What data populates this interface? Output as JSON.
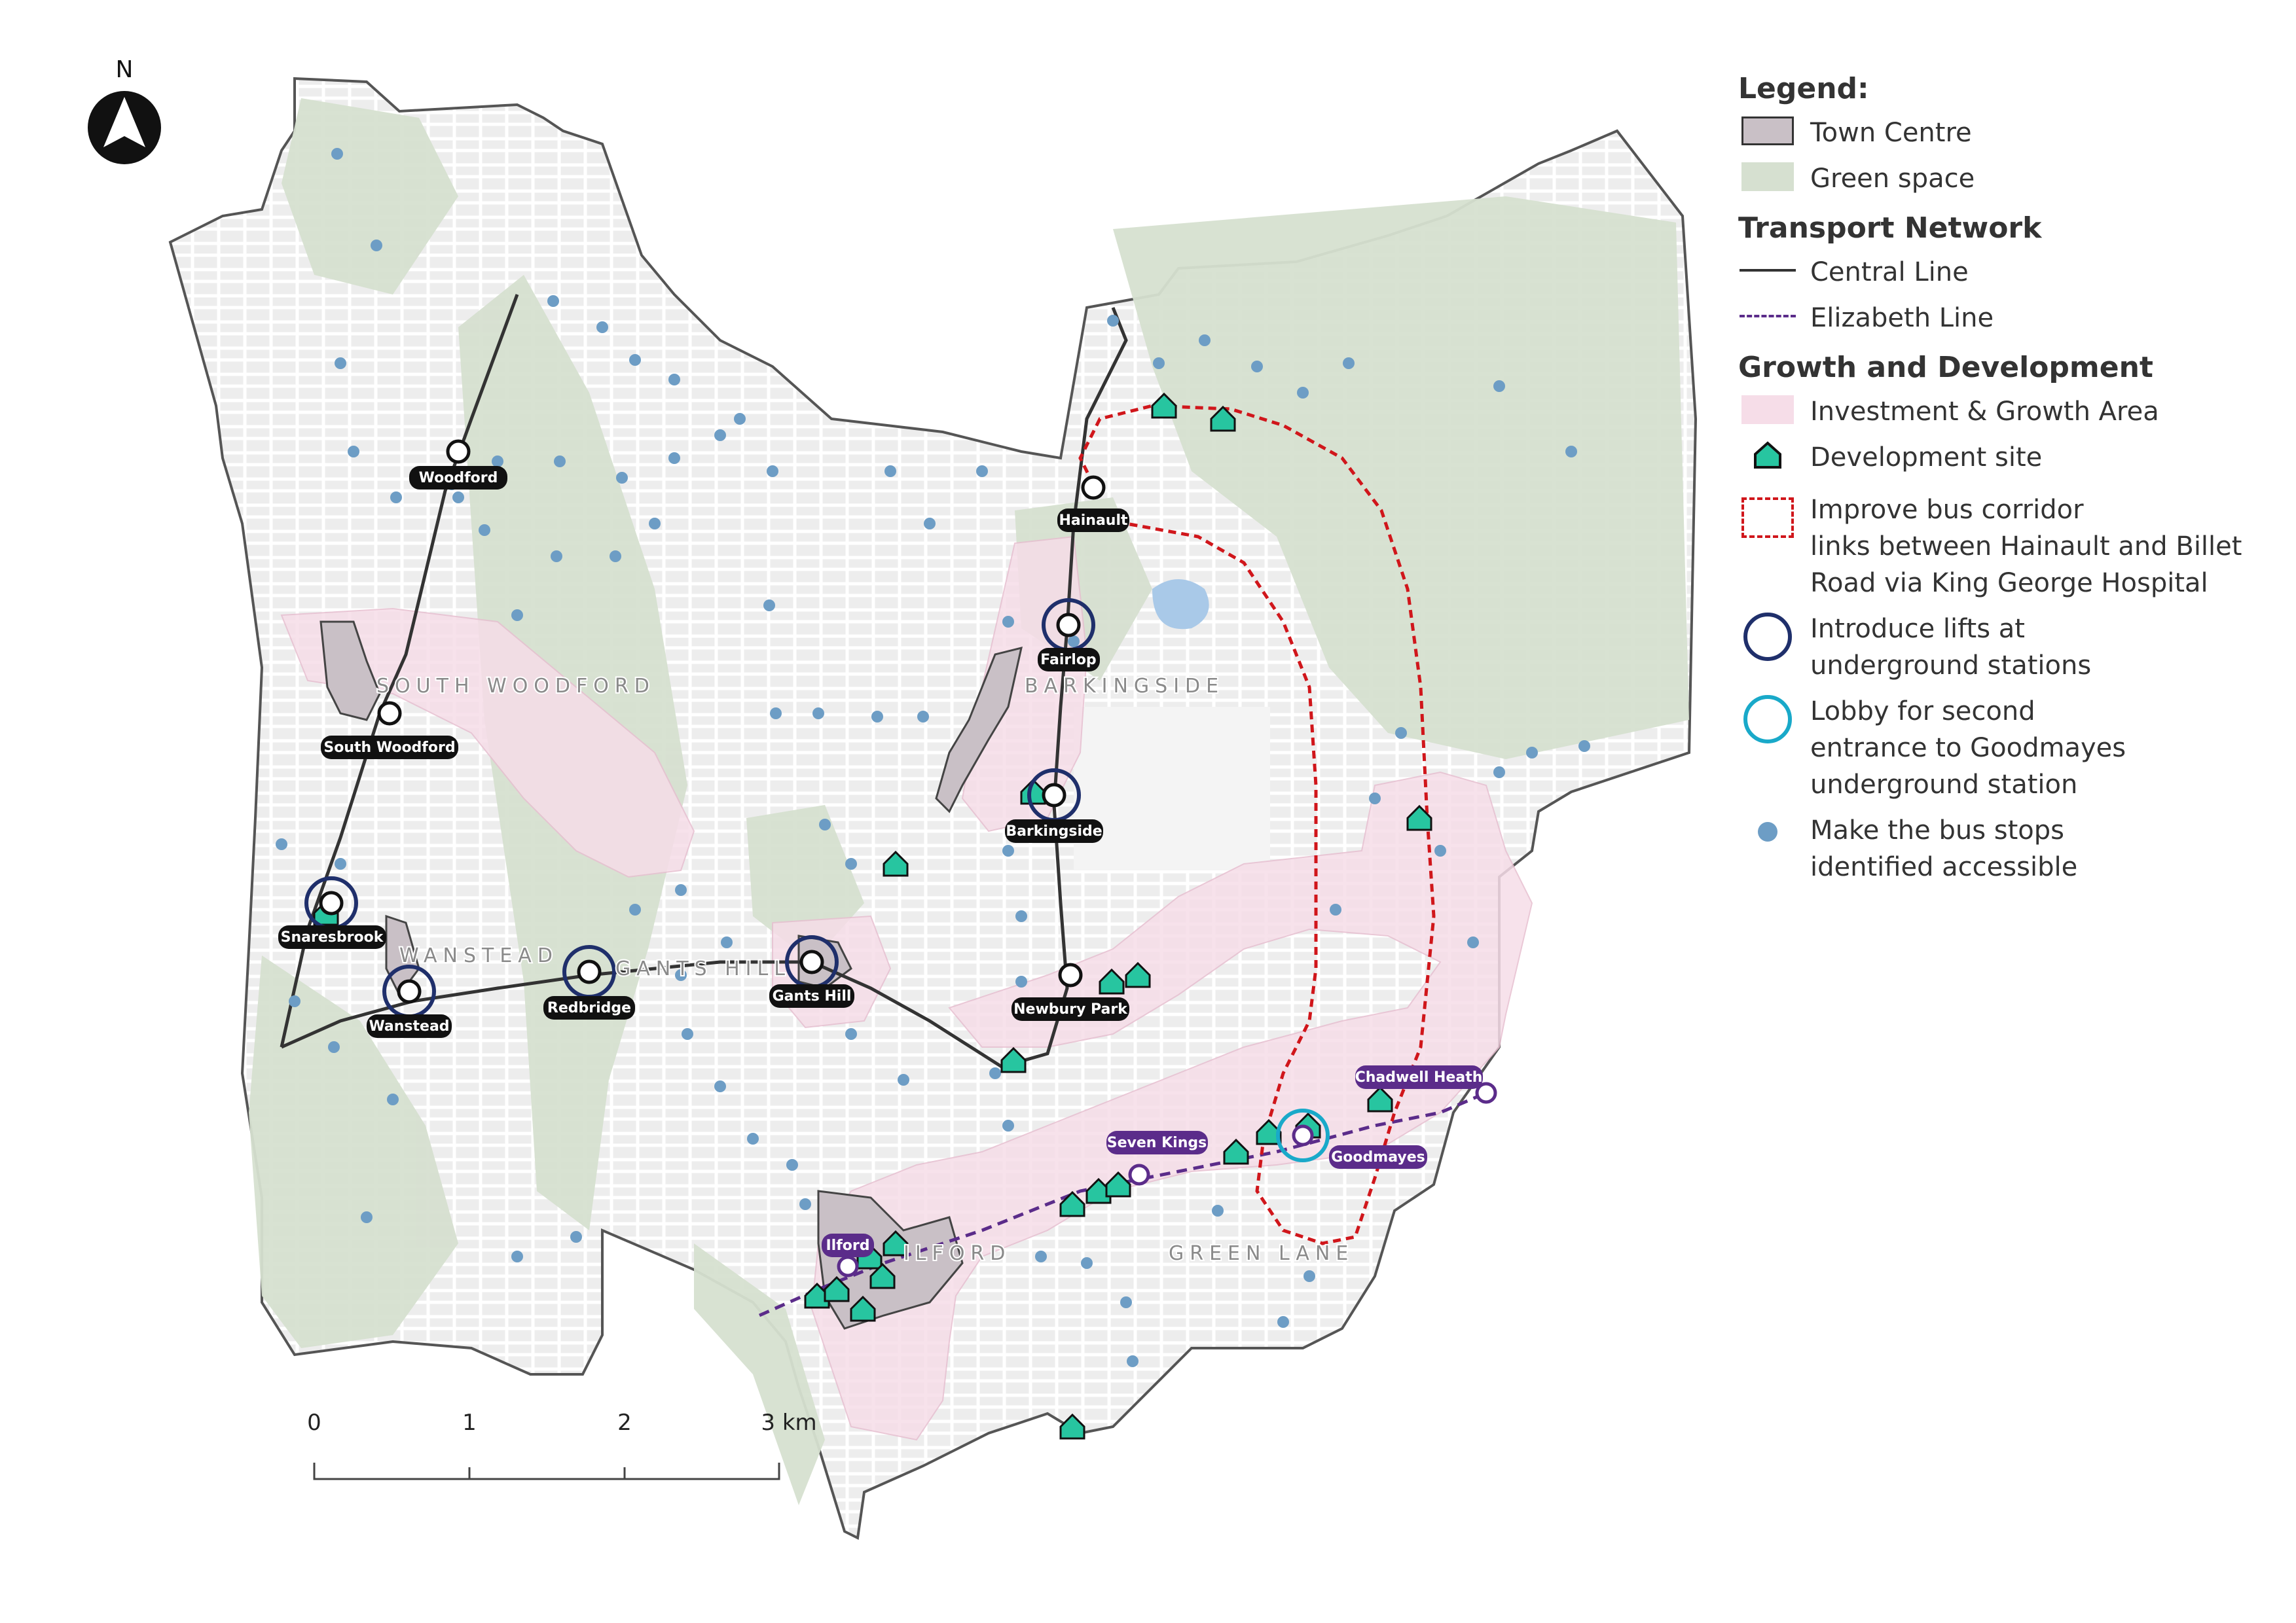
{
  "north": "N",
  "legend": {
    "title": "Legend:",
    "town_centre": "Town Centre",
    "green_space": "Green space",
    "transport_title": "Transport Network",
    "central_line": "Central Line",
    "elizabeth_line": "Elizabeth Line",
    "growth_title": "Growth and Development",
    "investment_area": "Investment & Growth Area",
    "development_site": "Development site",
    "bus_corridor": "Improve bus corridor\nlinks between Hainault and Billet\nRoad via King George Hospital",
    "lifts": "Introduce lifts at\nunderground stations",
    "goodmayes_entrance": "Lobby for second\nentrance to Goodmayes\nunderground station",
    "bus_stops": "Make the bus stops\nidentified accessible"
  },
  "colors": {
    "town_centre": "#c9c0c6",
    "green_space": "#d6e0d0",
    "investment": "#f6dde8",
    "central_line": "#333333",
    "elizabeth_line": "#5b2c8a",
    "bus_corridor": "#d0161b",
    "lift_circle": "#1f2f6b",
    "goodmayes_circle": "#19a9c9",
    "bus_stop": "#6d9dc5",
    "development": "#27c5a0"
  },
  "areas": [
    "SOUTH WOODFORD",
    "BARKINGSIDE",
    "WANSTEAD",
    "GANTS HILL",
    "ILFORD",
    "GREEN LANE"
  ],
  "central_stations": [
    "Woodford",
    "South Woodford",
    "Snaresbrook",
    "Wanstead",
    "Redbridge",
    "Gants Hill",
    "Newbury Park",
    "Barkingside",
    "Fairlop",
    "Hainault"
  ],
  "elizabeth_stations": [
    "Ilford",
    "Seven Kings",
    "Goodmayes",
    "Chadwell Heath"
  ],
  "scale": {
    "labels": [
      "0",
      "1",
      "2",
      "3 km"
    ]
  }
}
